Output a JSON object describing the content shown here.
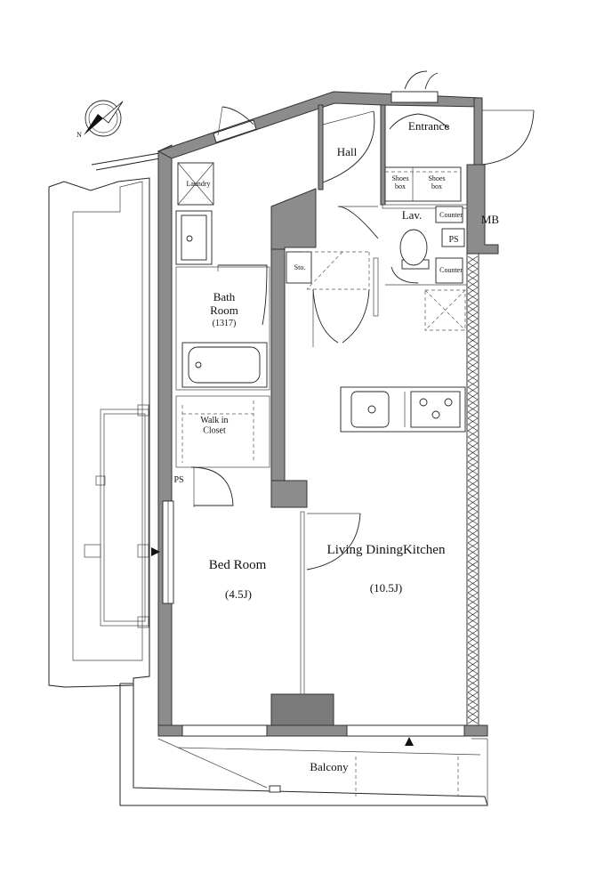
{
  "rooms": {
    "entrance": "Entrance",
    "hall": "Hall",
    "laundry": "Laundry",
    "bath": "Bath\nRoom",
    "bath_size": "(1317)",
    "lav": "Lav.",
    "shoes_box_1": "Shoes\nbox",
    "shoes_box_2": "Shoes\nbox",
    "counter_top": "Counter",
    "counter_bottom": "Counter",
    "ps_top": "PS",
    "ps_left": "PS",
    "mb": "MB",
    "storage": "Sto.",
    "walk_in_closet": "Walk in\nCloset",
    "bedroom": "Bed Room",
    "bedroom_size": "(4.5J)",
    "ldk": "Living DiningKitchen",
    "ldk_size": "(10.5J)",
    "balcony": "Balcony"
  },
  "compass": {
    "label": "N",
    "icon": "compass-north-icon"
  },
  "colors": {
    "wall": "#8c8c8c",
    "line": "#222222",
    "background": "#ffffff"
  }
}
